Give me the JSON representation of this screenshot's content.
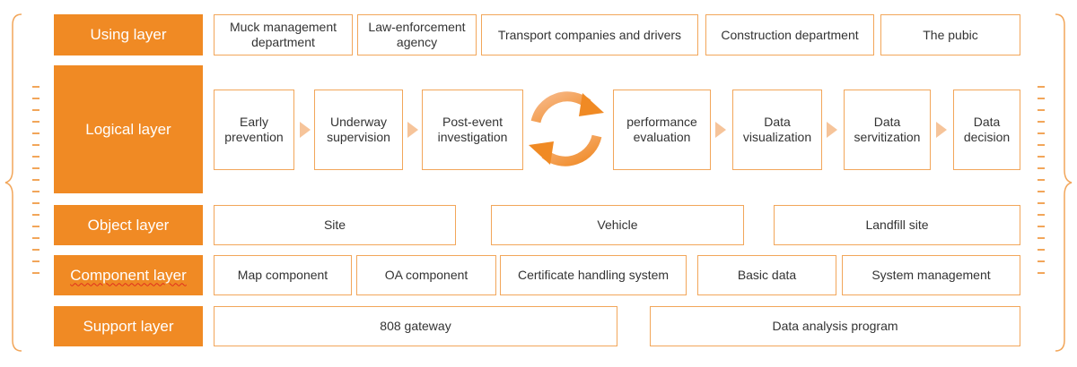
{
  "colors": {
    "accent": "#f08a24",
    "border": "#f2a65a",
    "arrow": "#f6c49a"
  },
  "layers": {
    "using": "Using layer",
    "logical": "Logical layer",
    "object": "Object layer",
    "component": "Component layer",
    "support": "Support layer"
  },
  "using": [
    "Muck management department",
    "Law-enforcement agency",
    "Transport companies and drivers",
    "Construction department",
    "The pubic"
  ],
  "logical": [
    "Early prevention",
    "Underway supervision",
    "Post-event investigation",
    "performance evaluation",
    "Data visualization",
    "Data servitization",
    "Data decision"
  ],
  "object": [
    "Site",
    "Vehicle",
    "Landfill site"
  ],
  "component": [
    "Map component",
    "OA component",
    "Certificate handling system",
    "Basic data",
    "System management"
  ],
  "support": [
    "808 gateway",
    "Data analysis program"
  ],
  "icons": {
    "cycle": "circular-arrows-icon",
    "arrow": "arrow-right-icon"
  }
}
